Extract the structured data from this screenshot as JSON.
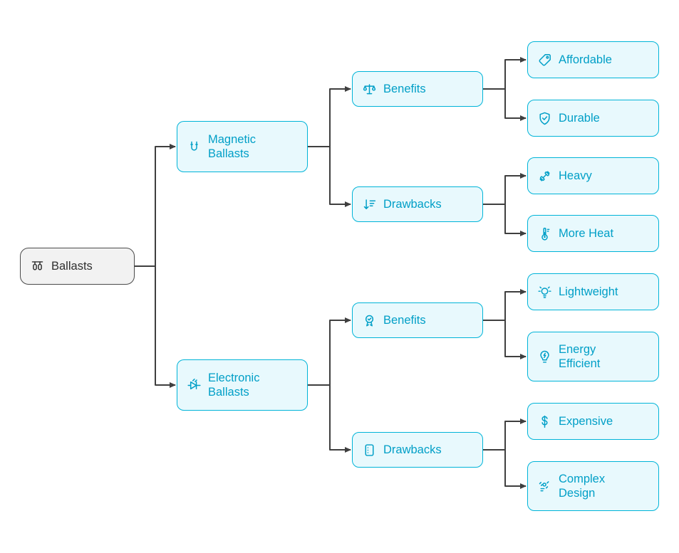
{
  "colors": {
    "accent": "#00b4d8",
    "node_bg": "#e8f9fd",
    "node_text": "#009fc7",
    "root_bg": "#f2f2f2",
    "root_border": "#4a4a4a",
    "root_text": "#303030",
    "connector": "#3f3f3f"
  },
  "nodes": {
    "root": {
      "label": "Ballasts",
      "icon": "ballast-icon"
    },
    "magnetic": {
      "label": "Magnetic Ballasts",
      "icon": "magnet-icon"
    },
    "magnetic_benefits": {
      "label": "Benefits",
      "icon": "balance-scale-icon"
    },
    "affordable": {
      "label": "Affordable",
      "icon": "price-tag-icon"
    },
    "durable": {
      "label": "Durable",
      "icon": "shield-check-icon"
    },
    "magnetic_drawbacks": {
      "label": "Drawbacks",
      "icon": "sort-descending-icon"
    },
    "heavy": {
      "label": "Heavy",
      "icon": "dumbbell-icon"
    },
    "more_heat": {
      "label": "More Heat",
      "icon": "thermometer-icon"
    },
    "electronic": {
      "label": "Electronic Ballasts",
      "icon": "diode-icon"
    },
    "electronic_benefits": {
      "label": "Benefits",
      "icon": "medal-check-icon"
    },
    "lightweight": {
      "label": "Lightweight",
      "icon": "lightbulb-rays-icon"
    },
    "energy_efficient": {
      "label": "Energy Efficient",
      "icon": "energy-bulb-icon"
    },
    "electronic_drawbacks": {
      "label": "Drawbacks",
      "icon": "list-panel-icon"
    },
    "expensive": {
      "label": "Expensive",
      "icon": "dollar-icon"
    },
    "complex_design": {
      "label": "Complex Design",
      "icon": "complex-design-icon"
    }
  },
  "edges": [
    [
      "root",
      "magnetic"
    ],
    [
      "root",
      "electronic"
    ],
    [
      "magnetic",
      "magnetic_benefits"
    ],
    [
      "magnetic",
      "magnetic_drawbacks"
    ],
    [
      "magnetic_benefits",
      "affordable"
    ],
    [
      "magnetic_benefits",
      "durable"
    ],
    [
      "magnetic_drawbacks",
      "heavy"
    ],
    [
      "magnetic_drawbacks",
      "more_heat"
    ],
    [
      "electronic",
      "electronic_benefits"
    ],
    [
      "electronic",
      "electronic_drawbacks"
    ],
    [
      "electronic_benefits",
      "lightweight"
    ],
    [
      "electronic_benefits",
      "energy_efficient"
    ],
    [
      "electronic_drawbacks",
      "expensive"
    ],
    [
      "electronic_drawbacks",
      "complex_design"
    ]
  ]
}
